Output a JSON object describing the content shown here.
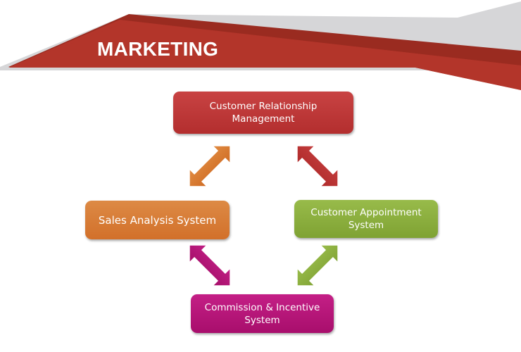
{
  "header": {
    "title": "MARKETING"
  },
  "colors": {
    "banner_red": "#B03226",
    "banner_dark_red": "#972A20",
    "banner_gray": "#D6D6D8",
    "crm": "#BE3838",
    "sales": "#D87C36",
    "appointment": "#8BAE3F",
    "commission": "#B6157A"
  },
  "nodes": [
    {
      "id": "crm",
      "label": "Customer Relationship\nManagement"
    },
    {
      "id": "sales",
      "label": "Sales Analysis System"
    },
    {
      "id": "appointment",
      "label": "Customer Appointment\nSystem"
    },
    {
      "id": "commission",
      "label": "Commission & Incentive\nSystem"
    }
  ],
  "edges": [
    {
      "from": "sales",
      "to": "crm",
      "direction": "bidirectional",
      "color": "orange"
    },
    {
      "from": "crm",
      "to": "appointment",
      "direction": "bidirectional",
      "color": "red"
    },
    {
      "from": "sales",
      "to": "commission",
      "direction": "bidirectional",
      "color": "magenta"
    },
    {
      "from": "commission",
      "to": "appointment",
      "direction": "bidirectional",
      "color": "green"
    }
  ]
}
